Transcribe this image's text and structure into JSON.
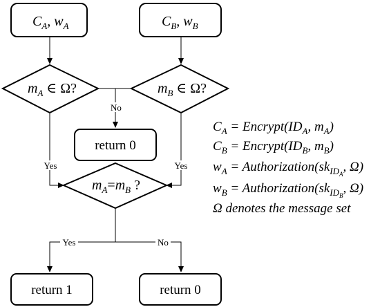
{
  "nodes": {
    "start_a": {
      "main1": "C",
      "sub1": "A",
      "sep": ", ",
      "main2": "w",
      "sub2": "A"
    },
    "start_b": {
      "main1": "C",
      "sub1": "B",
      "sep": ", ",
      "main2": "w",
      "sub2": "B"
    },
    "check_a": {
      "main": "m",
      "sub": "A",
      "rest": " ∈ Ω?"
    },
    "check_b": {
      "main": "m",
      "sub": "B",
      "rest": " ∈ Ω?"
    },
    "return_zero_mid": "return 0",
    "compare": {
      "m1": "m",
      "s1": "A",
      "eq": "=",
      "m2": "m",
      "s2": "B",
      "q": " ?"
    },
    "return_one": "return 1",
    "return_zero_right": "return 0"
  },
  "edge_labels": {
    "no_mid": "No",
    "yes_left": "Yes",
    "yes_right": "Yes",
    "yes_bottom": "Yes",
    "no_bottom": "No"
  },
  "definitions": {
    "d1": {
      "lhs": "C",
      "lhs_sub": "A",
      "op": " = Encrypt(ID",
      "id_sub": "A",
      "tail": ", m",
      "m_sub": "A",
      "close": ")"
    },
    "d2": {
      "lhs": "C",
      "lhs_sub": "B",
      "op": " = Encrypt(ID",
      "id_sub": "B",
      "tail": ", m",
      "m_sub": "B",
      "close": ")"
    },
    "d3": {
      "lhs": "w",
      "lhs_sub": "A",
      "op": " = Authorization(sk",
      "sk_sub": "ID",
      "sk_subsub": "A",
      "tail": ", Ω)"
    },
    "d4": {
      "lhs": "w",
      "lhs_sub": "B",
      "op": " = Authorization(sk",
      "sk_sub": "ID",
      "sk_subsub": "B",
      "tail": ", Ω)"
    },
    "d5": "Ω denotes the message set"
  }
}
